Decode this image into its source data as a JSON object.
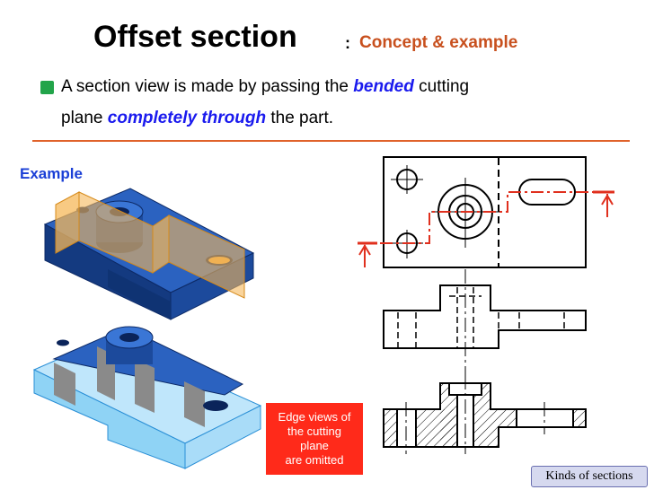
{
  "title": {
    "main": "Offset section",
    "separator": ":",
    "subtitle": "Concept & example"
  },
  "bullet": {
    "line1_start": "A section view is made by passing the ",
    "line1_emph": "bended",
    "line1_end": " cutting",
    "line2_start": "plane ",
    "line2_emph": "completely through",
    "line2_end": " the part."
  },
  "example_label": "Example",
  "edge_note": [
    "Edge views of",
    "the cutting",
    "plane",
    "are omitted"
  ],
  "footer_button": "Kinds of sections",
  "colors": {
    "title_accent": "#c8501e",
    "emphasis": "#1a1aee",
    "bullet": "#22a44a",
    "rule": "#e0622a",
    "cutting_plane_line": "#e0301e",
    "part_dark_blue": "#1f4e9a",
    "part_light_blue": "#8fd3f5",
    "cutting_plane_fill": "#f5b85a",
    "note_bg": "#ff2a1a"
  }
}
